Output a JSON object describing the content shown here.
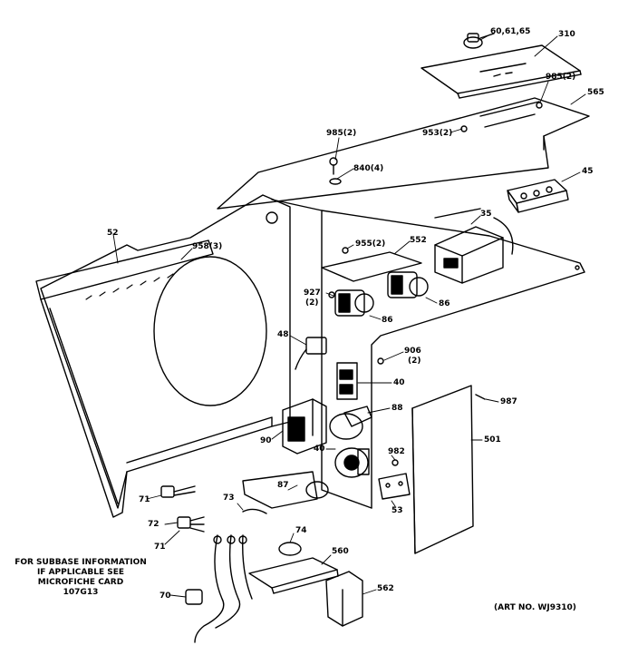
{
  "diagram": {
    "callouts": [
      {
        "id": "c1",
        "text": "60,61,65"
      },
      {
        "id": "c2",
        "text": "310"
      },
      {
        "id": "c3",
        "text": "985(2)"
      },
      {
        "id": "c4",
        "text": "565"
      },
      {
        "id": "c5",
        "text": "985(2)"
      },
      {
        "id": "c6",
        "text": "953(2)"
      },
      {
        "id": "c7",
        "text": "840(4)"
      },
      {
        "id": "c8",
        "text": "45"
      },
      {
        "id": "c9",
        "text": "35"
      },
      {
        "id": "c10",
        "text": "52"
      },
      {
        "id": "c11",
        "text": "958(3)"
      },
      {
        "id": "c12",
        "text": "955(2)"
      },
      {
        "id": "c13",
        "text": "552"
      },
      {
        "id": "c14",
        "text": "927"
      },
      {
        "id": "c15",
        "text": "(2)"
      },
      {
        "id": "c16",
        "text": "86"
      },
      {
        "id": "c17",
        "text": "86"
      },
      {
        "id": "c18",
        "text": "48"
      },
      {
        "id": "c19",
        "text": "906"
      },
      {
        "id": "c20",
        "text": "(2)"
      },
      {
        "id": "c21",
        "text": "40"
      },
      {
        "id": "c22",
        "text": "987"
      },
      {
        "id": "c23",
        "text": "88"
      },
      {
        "id": "c24",
        "text": "90"
      },
      {
        "id": "c25",
        "text": "40"
      },
      {
        "id": "c26",
        "text": "501"
      },
      {
        "id": "c27",
        "text": "982"
      },
      {
        "id": "c28",
        "text": "71"
      },
      {
        "id": "c29",
        "text": "73"
      },
      {
        "id": "c30",
        "text": "87"
      },
      {
        "id": "c31",
        "text": "53"
      },
      {
        "id": "c32",
        "text": "72"
      },
      {
        "id": "c33",
        "text": "71"
      },
      {
        "id": "c34",
        "text": "74"
      },
      {
        "id": "c35",
        "text": "560"
      },
      {
        "id": "c36",
        "text": "70"
      },
      {
        "id": "c37",
        "text": "562"
      }
    ],
    "subbase_note": [
      "FOR SUBBASE INFORMATION",
      "IF APPLICABLE SEE",
      "MICROFICHE CARD",
      "107G13"
    ],
    "art_number": "(ART NO. WJ9310)"
  }
}
